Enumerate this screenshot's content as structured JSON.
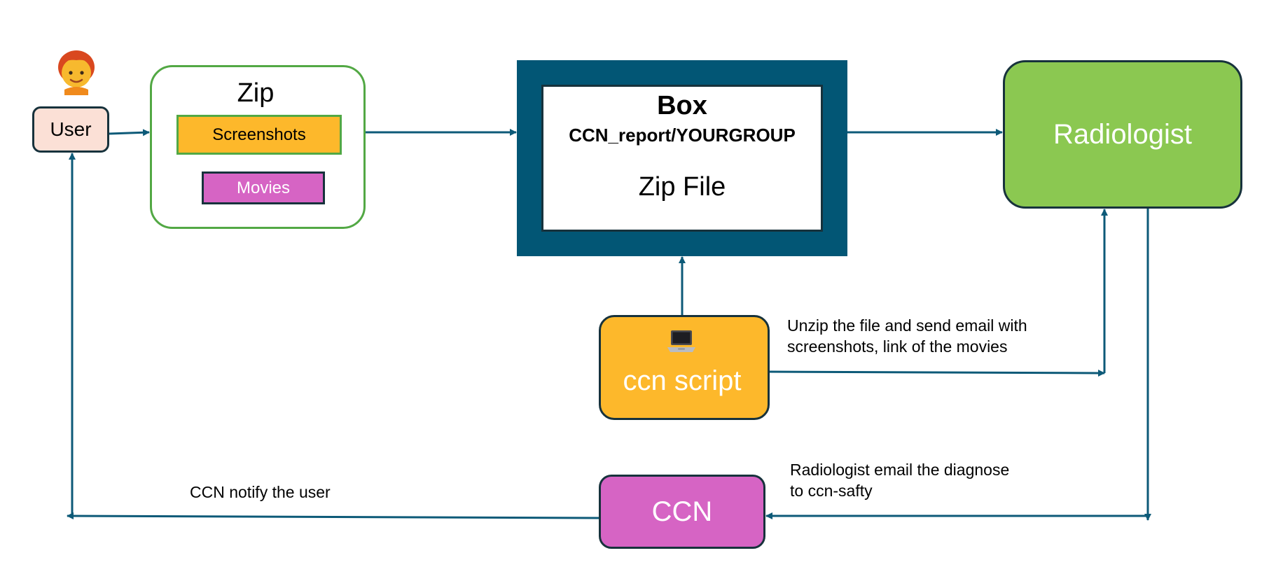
{
  "nodes": {
    "user": {
      "label": "User"
    },
    "zip": {
      "title": "Zip",
      "screenshots_label": "Screenshots",
      "movies_label": "Movies"
    },
    "box": {
      "title": "Box",
      "path": "CCN_report/YOURGROUP",
      "content": "Zip File"
    },
    "radiologist": {
      "label": "Radiologist"
    },
    "ccn_script": {
      "label": "ccn script",
      "icon": "laptop-icon"
    },
    "ccn": {
      "label": "CCN"
    }
  },
  "annotations": {
    "unzip_line1": "Unzip the file and send email with",
    "unzip_line2": "screenshots, link of the movies",
    "radiologist_line1": "Radiologist email the diagnose",
    "radiologist_line2": "to ccn-safty",
    "notify": "CCN notify the user"
  },
  "colors": {
    "arrow": "#0d5a78",
    "box_frame": "#025675",
    "radiologist_fill": "#8bc851",
    "script_fill": "#fdb82b",
    "ccn_fill": "#d664c4",
    "user_fill": "#fbe0d6",
    "zip_border": "#52a844"
  }
}
